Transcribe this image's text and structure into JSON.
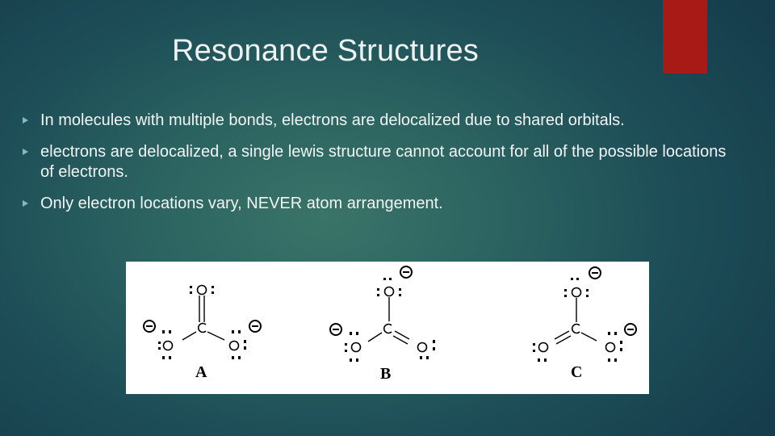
{
  "slide": {
    "title": "Resonance Structures",
    "accent_color": "#a81a16",
    "bullets": [
      {
        "icon": "triangle-bullet-icon",
        "text": "In molecules with multiple bonds, electrons are delocalized due to shared orbitals."
      },
      {
        "icon": "triangle-bullet-icon",
        "text": "electrons are delocalized, a single lewis structure cannot account for all of the possible locations of electrons."
      },
      {
        "icon": "triangle-bullet-icon",
        "text": "Only electron locations vary, NEVER atom arrangement."
      }
    ],
    "figure": {
      "description": "Three resonance structures of carbonate ion (CO3 2-)",
      "structures": [
        {
          "label": "A",
          "central_atom": "C",
          "double_bond_to": "top O"
        },
        {
          "label": "B",
          "central_atom": "C",
          "double_bond_to": "right O"
        },
        {
          "label": "C",
          "central_atom": "C",
          "double_bond_to": "left O"
        }
      ],
      "atom_symbols": {
        "carbon": "C",
        "oxygen": "O",
        "negative_charge": "⊖"
      }
    }
  }
}
